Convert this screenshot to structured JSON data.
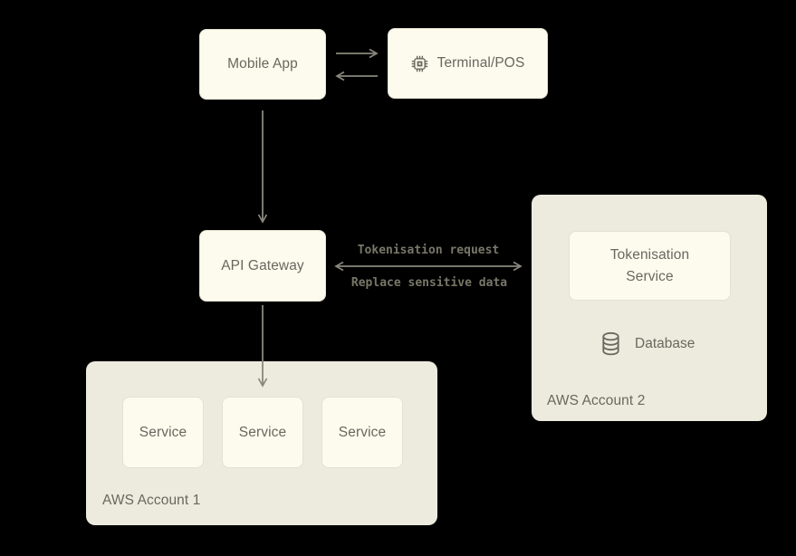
{
  "diagram": {
    "colors": {
      "canvas_bg": "#000000",
      "node_fill": "#FDFBEE",
      "node_border": "#E4E1D1",
      "container_fill": "#EDEBDE",
      "label_text": "#69685F",
      "arrow": "#8A887D",
      "edge_label_text": "#797768"
    },
    "nodes": {
      "mobile_app": {
        "label": "Mobile App"
      },
      "terminal_pos": {
        "label": "Terminal/POS",
        "icon": "chip-icon"
      },
      "api_gateway": {
        "label": "API Gateway"
      },
      "tokenisation_service": {
        "label_lines": [
          "Tokenisation",
          "Service"
        ]
      },
      "database": {
        "label": "Database",
        "icon": "database-icon"
      },
      "services": [
        "Service",
        "Service",
        "Service"
      ]
    },
    "containers": {
      "aws_account_1": {
        "label": "AWS Account 1"
      },
      "aws_account_2": {
        "label": "AWS Account 2"
      }
    },
    "edges": {
      "mobile_to_terminal": {
        "label": ""
      },
      "terminal_to_mobile": {
        "label": ""
      },
      "mobile_to_api_gateway": {
        "label": ""
      },
      "api_gateway_to_services": {
        "label": ""
      },
      "tokenisation_request": {
        "label": "Tokenisation request"
      },
      "replace_sensitive_data": {
        "label": "Replace sensitive data"
      }
    }
  }
}
